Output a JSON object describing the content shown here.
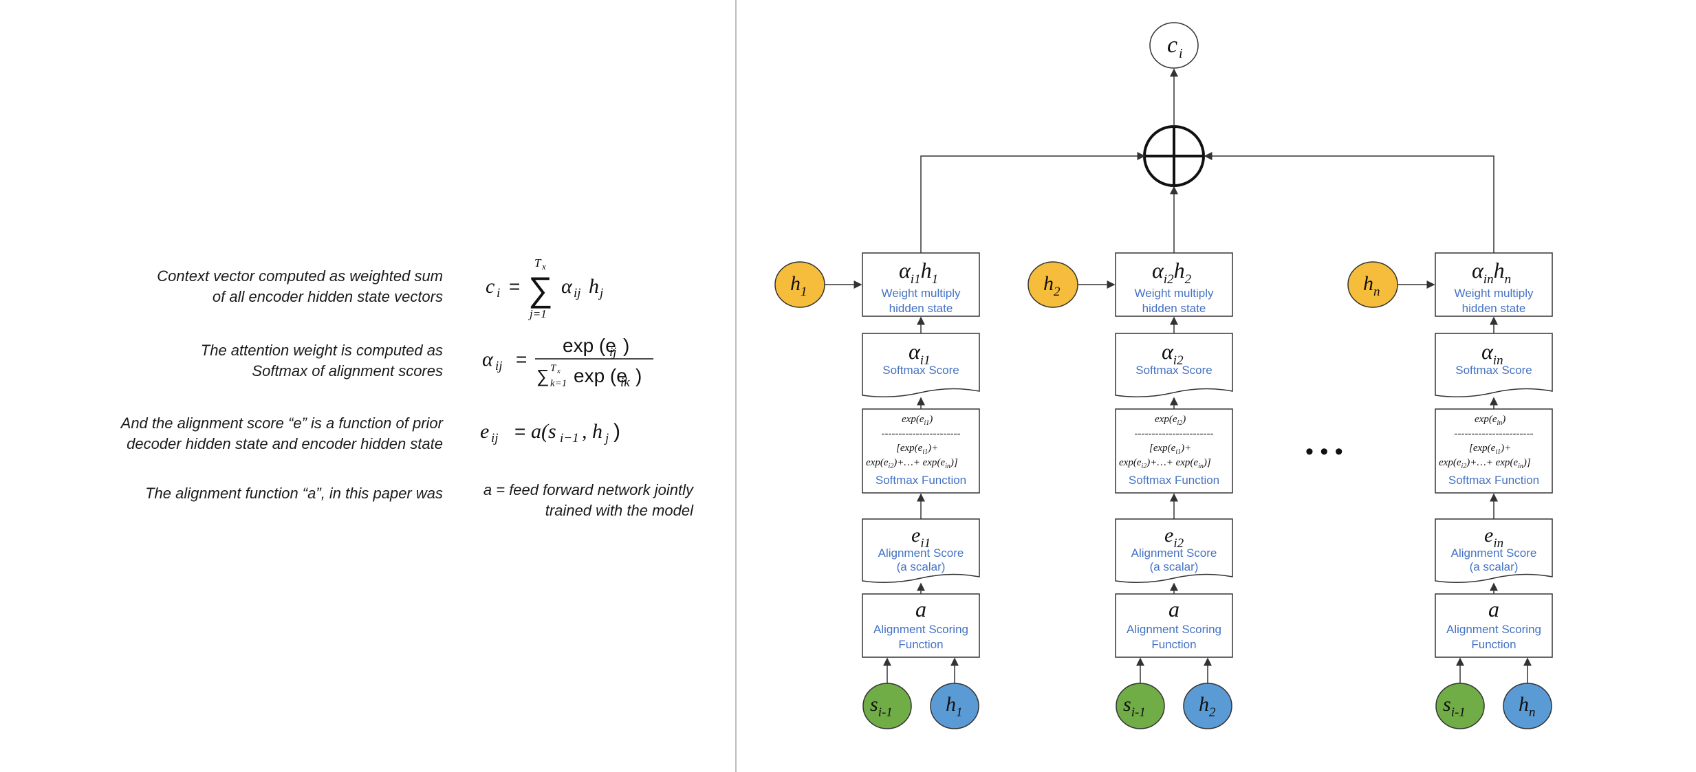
{
  "equations": [
    {
      "description_line1": "Context vector computed as weighted sum",
      "description_line2": "of all encoder hidden state vectors",
      "lhs": "c",
      "lhs_sub": "i",
      "sum_top": "T",
      "sum_top_sub": "x",
      "sum_bottom": "j=1",
      "term": "α",
      "term_sub": "ij",
      "term2": "h",
      "term2_sub": "j"
    },
    {
      "description_line1": "The attention weight is computed as",
      "description_line2": "Softmax of alignment scores",
      "lhs": "α",
      "lhs_sub": "ij",
      "numerator": "exp (e",
      "numerator_sub": "ij",
      "denominator_sum": "∑",
      "denominator_top": "T",
      "denominator_top_sub": "x",
      "denominator_bottom": "k=1",
      "denominator": "exp (e",
      "denominator_sub": "ik"
    },
    {
      "description_line1": "And the alignment score “e” is a function of prior",
      "description_line2": "decoder hidden state and encoder hidden state",
      "lhs": "e",
      "lhs_sub": "ij",
      "rhs": "a(s",
      "rhs_sub1": "i−1",
      "rhs_mid": ", h",
      "rhs_sub2": "j"
    },
    {
      "description_line1": "The alignment function “a”, in this paper was",
      "note_line1": "a = feed forward network jointly",
      "note_line2": "trained with the model"
    }
  ],
  "diagram": {
    "output_symbol": "c",
    "output_sub": "i",
    "ellipsis": "• • •",
    "box_labels": {
      "weight_multiply_line1": "Weight multiply",
      "weight_multiply_line2": "hidden state",
      "softmax_score": "Softmax Score",
      "softmax_function": "Softmax Function",
      "alignment_score": "Alignment Score",
      "scalar_note": "(a scalar)",
      "scoring_line1": "Alignment Scoring",
      "scoring_line2": "Function",
      "scoring_symbol": "a",
      "exp_dashes": "-----------------------",
      "exp_plus": "+",
      "exp_dots": "+…+",
      "exp_word": "exp",
      "exp_close": ")]",
      "exp_open": "[exp(e",
      "decoder_symbol": "s",
      "decoder_sub": "i-1"
    },
    "columns": [
      {
        "h": "h",
        "h_sub": "1",
        "alpha_sub": "i1",
        "e_sub": "i1",
        "e1": "i1",
        "e2": "i2",
        "en": "in"
      },
      {
        "h": "h",
        "h_sub": "2",
        "alpha_sub": "i2",
        "e_sub": "i2",
        "e1": "i1",
        "e2": "i2",
        "en": "in"
      },
      {
        "h": "h",
        "h_sub": "n",
        "alpha_sub": "in",
        "e_sub": "in",
        "e1": "i1",
        "e2": "i2",
        "en": "in"
      }
    ],
    "colors": {
      "encoder_state": "#f6bd3c",
      "encoder_blue": "#5b9bd5",
      "decoder_green": "#70ad47",
      "label_blue": "#4472c4",
      "line": "#333333"
    }
  }
}
